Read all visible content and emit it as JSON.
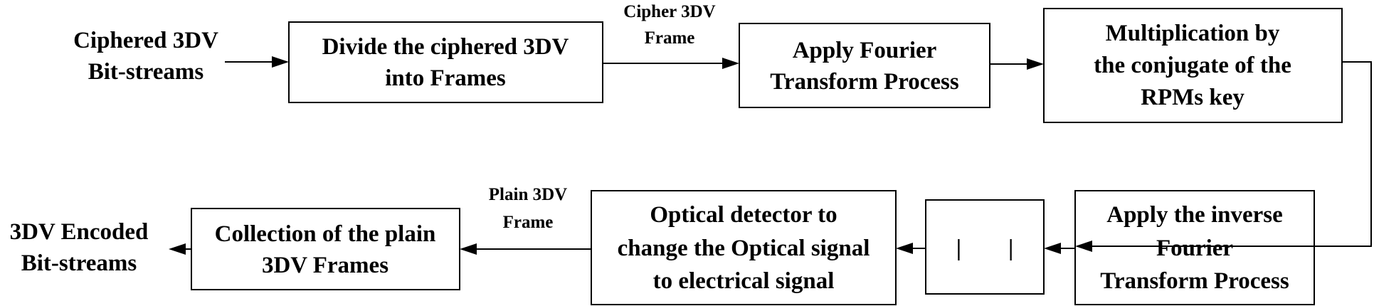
{
  "input_label": [
    "Ciphered 3DV",
    "Bit-streams"
  ],
  "output_label": [
    "3DV Encoded",
    "Bit-streams"
  ],
  "boxes": {
    "divide": [
      "Divide the ciphered 3DV",
      "into Frames"
    ],
    "fourier": [
      "Apply Fourier",
      "Transform Process"
    ],
    "multiply": [
      "Multiplication by",
      "the conjugate of the",
      "RPMs key"
    ],
    "inverse": [
      "Apply the inverse",
      "Fourier",
      "Transform Process"
    ],
    "abs": [
      "|        |"
    ],
    "detector": [
      "Optical detector to",
      "change the Optical signal",
      "to electrical signal"
    ],
    "collection": [
      "Collection of the plain",
      "3DV Frames"
    ]
  },
  "edge_labels": {
    "cipher_frame": [
      "Cipher 3DV",
      "Frame"
    ],
    "plain_frame": [
      "Plain 3DV",
      "Frame"
    ]
  }
}
